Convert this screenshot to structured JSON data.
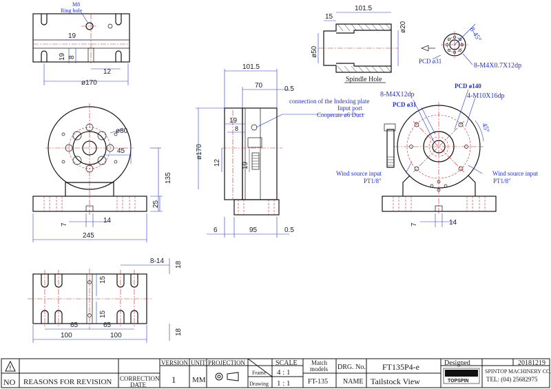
{
  "top_view": {
    "ring_hole_size": "M8",
    "ring_hole_label": "Ring hole",
    "dims": {
      "d19_top": "19",
      "d19_side": "19",
      "d8": "8",
      "d12": "12",
      "dia170": "ø170"
    }
  },
  "spindle_hole": {
    "caption": "Spindle Hole",
    "dims": {
      "d101_5": "101.5",
      "d15": "15",
      "dia20": "ø20",
      "dia50": "ø50"
    }
  },
  "detail_view": {
    "pcd": "PCD ø31",
    "thread": "8-M4X0.7X12dp",
    "angle": "8-45°"
  },
  "front_view": {
    "dims": {
      "dia80": "ø80",
      "d45": "45",
      "d135": "135",
      "d25": "25",
      "d7": "7",
      "d14": "14",
      "d245": "245"
    }
  },
  "side_view": {
    "notes": [
      "connection of the Indexing plate",
      "Input port",
      "Cooperate ø6 Duct"
    ],
    "dims": {
      "d101_5": "101.5",
      "d70": "70",
      "d0_5_top": "0.5",
      "dia170": "ø170",
      "d19": "19",
      "d12": "12",
      "d8": "8",
      "d19_b": "19",
      "d6": "6",
      "d95": "95",
      "d0_5_bot": "0.5"
    }
  },
  "tailstock_view": {
    "pcd140": "PCD ø140",
    "pcd31": "PCD ø31",
    "thread_m4": "8-M4X12dp",
    "thread_m10": "4-M10X16dp",
    "angle": "45°",
    "wind_left": "Wind source input",
    "wind_right": "Wind source input",
    "pt_left": "PT1/8\"",
    "pt_right": "PT1/8\"",
    "dims": {
      "d7": "7",
      "d14": "14"
    }
  },
  "bottom_view": {
    "dims": {
      "d8_14": "8-14",
      "d18_top": "18",
      "d15_a": "15",
      "d15_b": "15",
      "d65_a": "65",
      "d65_b": "65",
      "d100_a": "100",
      "d100_b": "100",
      "d18_bot": "18"
    }
  },
  "title_block": {
    "rev_no_label": "NO",
    "reasons_label": "REASONS FOR REVISION",
    "correction_label": "CORRECTION",
    "date_label": "DATE",
    "version_label": "VERSION",
    "version_value": "1",
    "unit_label": "UNIT",
    "unit_value": "MM",
    "projection_label": "PROJECTION",
    "scale_label": "SCALE",
    "frame_label": "Frame",
    "frame_value": "4 : 1",
    "drawing_label": "Drawing",
    "drawing_value": "1 : 1",
    "match_models_label_1": "Match",
    "match_models_label_2": "models",
    "match_models_value": "FT-135",
    "drg_no_label": "DRG. No.",
    "drg_no_value": "FT135P4-e",
    "name_label": "NAME",
    "name_value": "Tailstock View",
    "designed_label": "Designed",
    "designed_date": "20181219",
    "company": "SPINTOP MACHINERY CO., LTD.",
    "tel": "TEL: (04) 25682975",
    "logo_text": "TOPSPIN"
  },
  "colors": {
    "dimension": "#2233cc",
    "centerline": "#d62020",
    "outline": "#111111"
  }
}
